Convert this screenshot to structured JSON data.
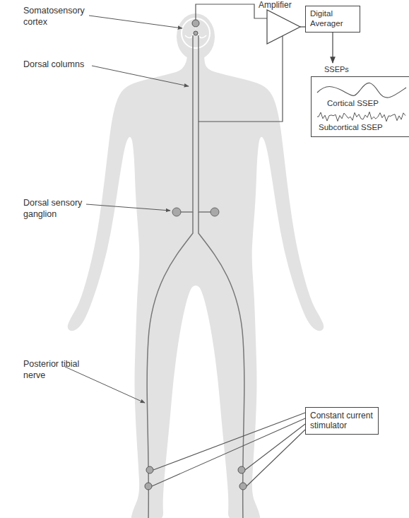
{
  "diagram": {
    "nodes": [
      {
        "text": [
          "Amplifier"
        ]
      },
      {
        "text": [
          "Digital Averager"
        ]
      },
      {
        "text": [
          "SSEPs",
          "Cortical SSEP",
          "Subcortical SSEP"
        ]
      },
      {
        "text": [
          "Constant current stimulator"
        ]
      }
    ],
    "edges": [
      {
        "from": 0,
        "to": 1,
        "arrow": "none"
      },
      {
        "from": 1,
        "to": 2,
        "arrow": "to"
      }
    ],
    "labels": [
      "Somatosensory cortex",
      "Dorsal columns",
      "Dorsal sensory ganglion",
      "Posterior tibial nerve"
    ]
  }
}
